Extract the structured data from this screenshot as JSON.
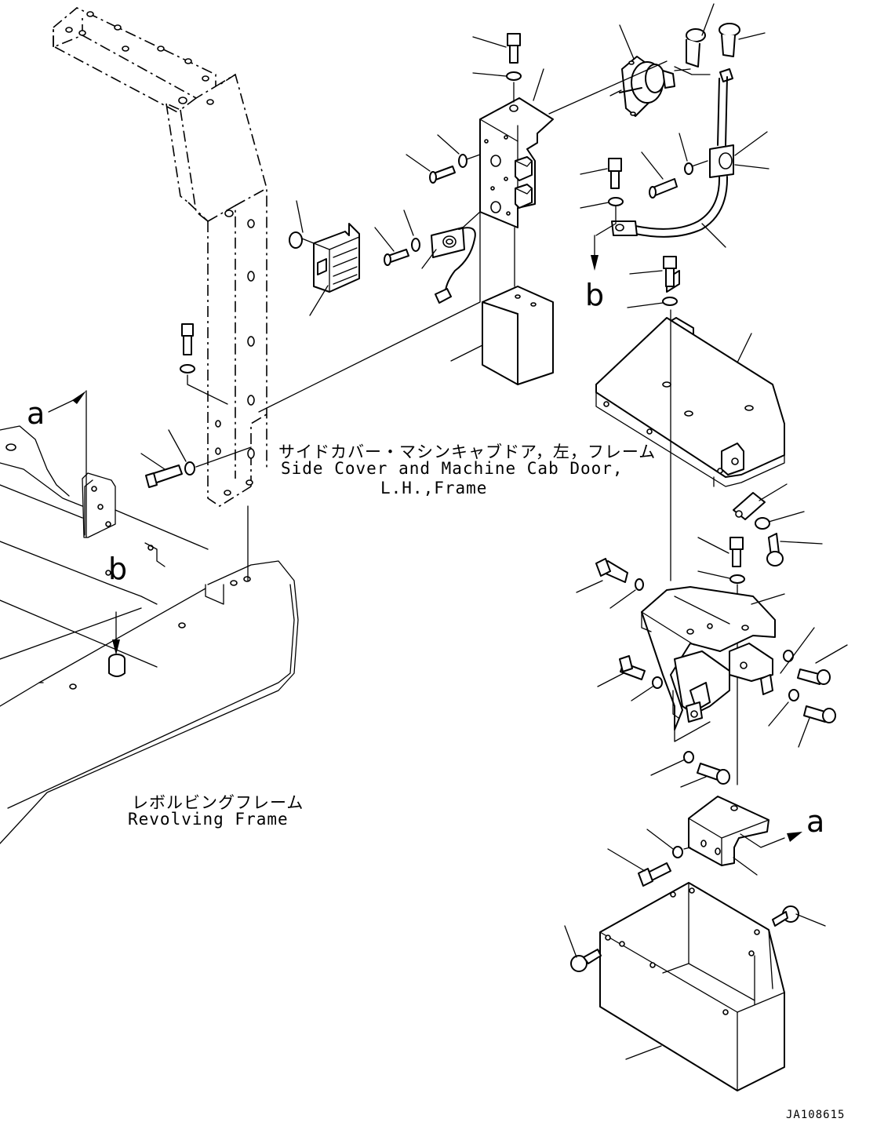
{
  "labels": {
    "side_cover_jp": "サイドカバー・マシンキャブドア，左，フレーム",
    "side_cover_en_1": "Side Cover and Machine Cab Door,",
    "side_cover_en_2": "L.H.,Frame",
    "revolving_jp": "レボルビングフレーム",
    "revolving_en": "Revolving Frame"
  },
  "reference_letters": {
    "a_left": "a",
    "a_right": "a",
    "b_left": "b",
    "b_right": "b"
  },
  "drawing_code": "JA108615"
}
